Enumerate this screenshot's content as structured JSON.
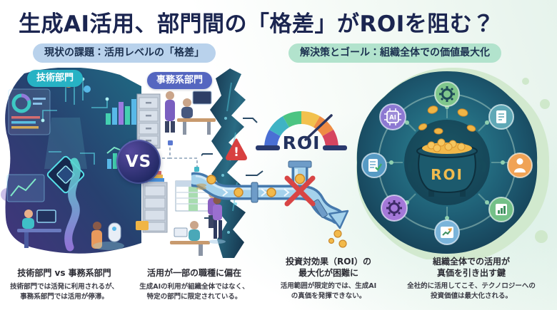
{
  "title": "生成AI活用、部門間の「格差」がROIを阻む？",
  "badges": {
    "problem": "現状の課題：活用レベルの「格差」",
    "solution": "解決策とゴール：組織全体での価値最大化"
  },
  "scene": {
    "tech_department_label": "技術部門",
    "office_department_label": "事務系部門",
    "vs_label": "VS",
    "warning_glyph": "!",
    "gauge_label": "ROI",
    "pot_label": "ROI",
    "ai_chip_label": "AI"
  },
  "notes": [
    {
      "heading": "技術部門 vs 事務系部門",
      "body": "技術部門では活発に利用されるが、\n事務系部門では活用が停滞。"
    },
    {
      "heading": "活用が一部の職種に偏在",
      "body": "生成AIの利用が組織全体ではなく、\n特定の部門に限定されている。"
    },
    {
      "heading": "投資対効果（ROI）の\n最大化が困難に",
      "body": "活用範囲が限定的では、生成AI\nの真価を発揮できない。"
    },
    {
      "heading": "組織全体での活用が\n真価を引き出す鍵",
      "body": "全社的に活用してこそ、テクノロジーへの\n投資価値は最大化される。"
    }
  ],
  "colors": {
    "title_text": "#1b2550",
    "problem_badge_bg": "#b9d2ec",
    "solution_badge_bg": "#b2e3cd",
    "tech_pill_bg": "#27b2c4",
    "office_pill_bg": "#5566c0",
    "warning_red": "#d84040",
    "coin_gold": "#f0b545",
    "pipe_blue": "#a5d2ec",
    "network_teal": "#2f8596",
    "mint_blob": "#cfe8cb",
    "gauge_segments": [
      "#4a6fd4",
      "#3fb3c4",
      "#4cc482",
      "#f2c14e",
      "#ee8c44",
      "#d64560"
    ]
  }
}
